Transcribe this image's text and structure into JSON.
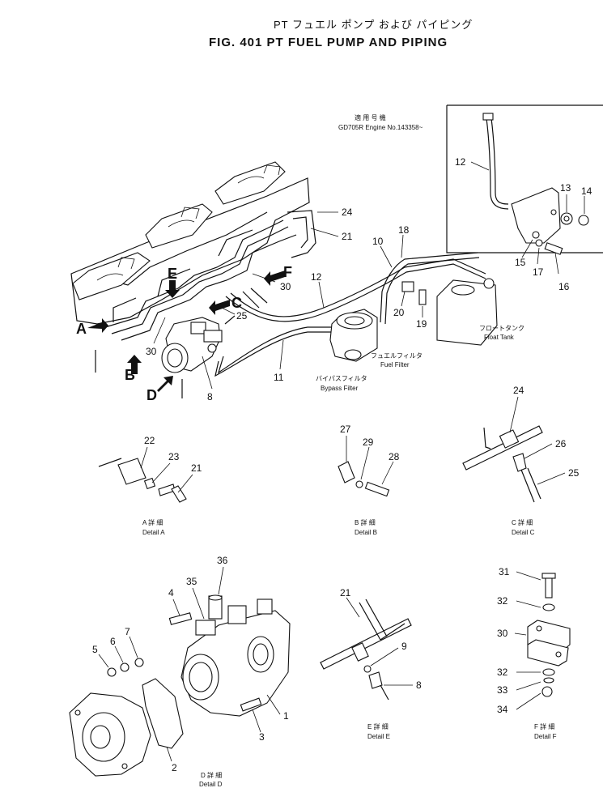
{
  "title": {
    "jp": "PT フュエル ポンプ および パイピング",
    "en": "FIG. 401 PT FUEL PUMP AND PIPING"
  },
  "inset": {
    "note_jp": "適 用 号 機",
    "note_en": "GD705R Engine No.143358~",
    "callouts": [
      "12",
      "13",
      "14",
      "15",
      "16",
      "17"
    ]
  },
  "main": {
    "callouts": [
      "24",
      "21",
      "10",
      "18",
      "12",
      "30",
      "25",
      "30",
      "20",
      "19",
      "11",
      "8"
    ],
    "arrows": [
      "A",
      "B",
      "C",
      "D",
      "E",
      "F"
    ],
    "labels": {
      "float_tank_jp": "フロートタンク",
      "float_tank_en": "Float Tank",
      "fuel_filter_jp": "フュエルフィルタ",
      "fuel_filter_en": "Fuel Filter",
      "bypass_filter_jp": "バイパスフィルタ",
      "bypass_filter_en": "Bypass Filter"
    }
  },
  "details": {
    "a": {
      "callouts": [
        "22",
        "23",
        "21"
      ],
      "caption_jp": "A 詳 細",
      "caption_en": "Detail A"
    },
    "b": {
      "callouts": [
        "27",
        "29",
        "28"
      ],
      "caption_jp": "B 詳 細",
      "caption_en": "Detail B"
    },
    "c": {
      "callouts": [
        "24",
        "26",
        "25"
      ],
      "caption_jp": "C 詳 細",
      "caption_en": "Detail C"
    },
    "d": {
      "callouts": [
        "36",
        "35",
        "4",
        "7",
        "6",
        "5",
        "1",
        "3",
        "2"
      ],
      "caption_jp": "D 詳 細",
      "caption_en": "Detail D"
    },
    "e": {
      "callouts": [
        "21",
        "9",
        "8"
      ],
      "caption_jp": "E 詳 細",
      "caption_en": "Detail E"
    },
    "f": {
      "callouts": [
        "31",
        "32",
        "30",
        "32",
        "33",
        "34"
      ],
      "caption_jp": "F 詳 細",
      "caption_en": "Detail F"
    }
  }
}
